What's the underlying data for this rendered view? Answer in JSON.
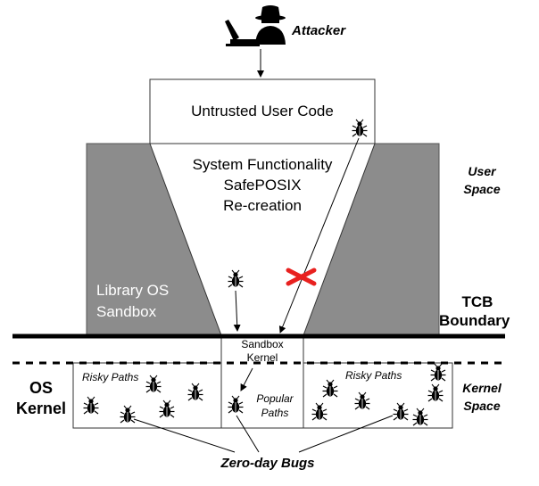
{
  "attacker": {
    "label": "Attacker",
    "icon": "hacker-icon"
  },
  "untrusted": {
    "label": "Untrusted User Code"
  },
  "system": {
    "line1": "System Functionality",
    "line2": "SafePOSIX",
    "line3": "Re-creation"
  },
  "library": {
    "line1": "Library OS",
    "line2": "Sandbox"
  },
  "user_space": {
    "line1": "User",
    "line2": "Space"
  },
  "tcb": {
    "line1": "TCB",
    "line2": "Boundary"
  },
  "sandbox_kernel": {
    "line1": "Sandbox",
    "line2": "Kernel"
  },
  "os_kernel": {
    "line1": "OS",
    "line2": "Kernel"
  },
  "risky_left": "Risky Paths",
  "risky_right": "Risky Paths",
  "popular": {
    "line1": "Popular",
    "line2": "Paths"
  },
  "kernel_space": {
    "line1": "Kernel",
    "line2": "Space"
  },
  "bugs_caption": "Zero-day Bugs",
  "colors": {
    "sandbox_gray": "#8c8c8c",
    "blocked_x": "#e8211f",
    "line": "#000000"
  },
  "icons": {
    "bug": "bug-icon",
    "blocked": "blocked-x-icon"
  }
}
